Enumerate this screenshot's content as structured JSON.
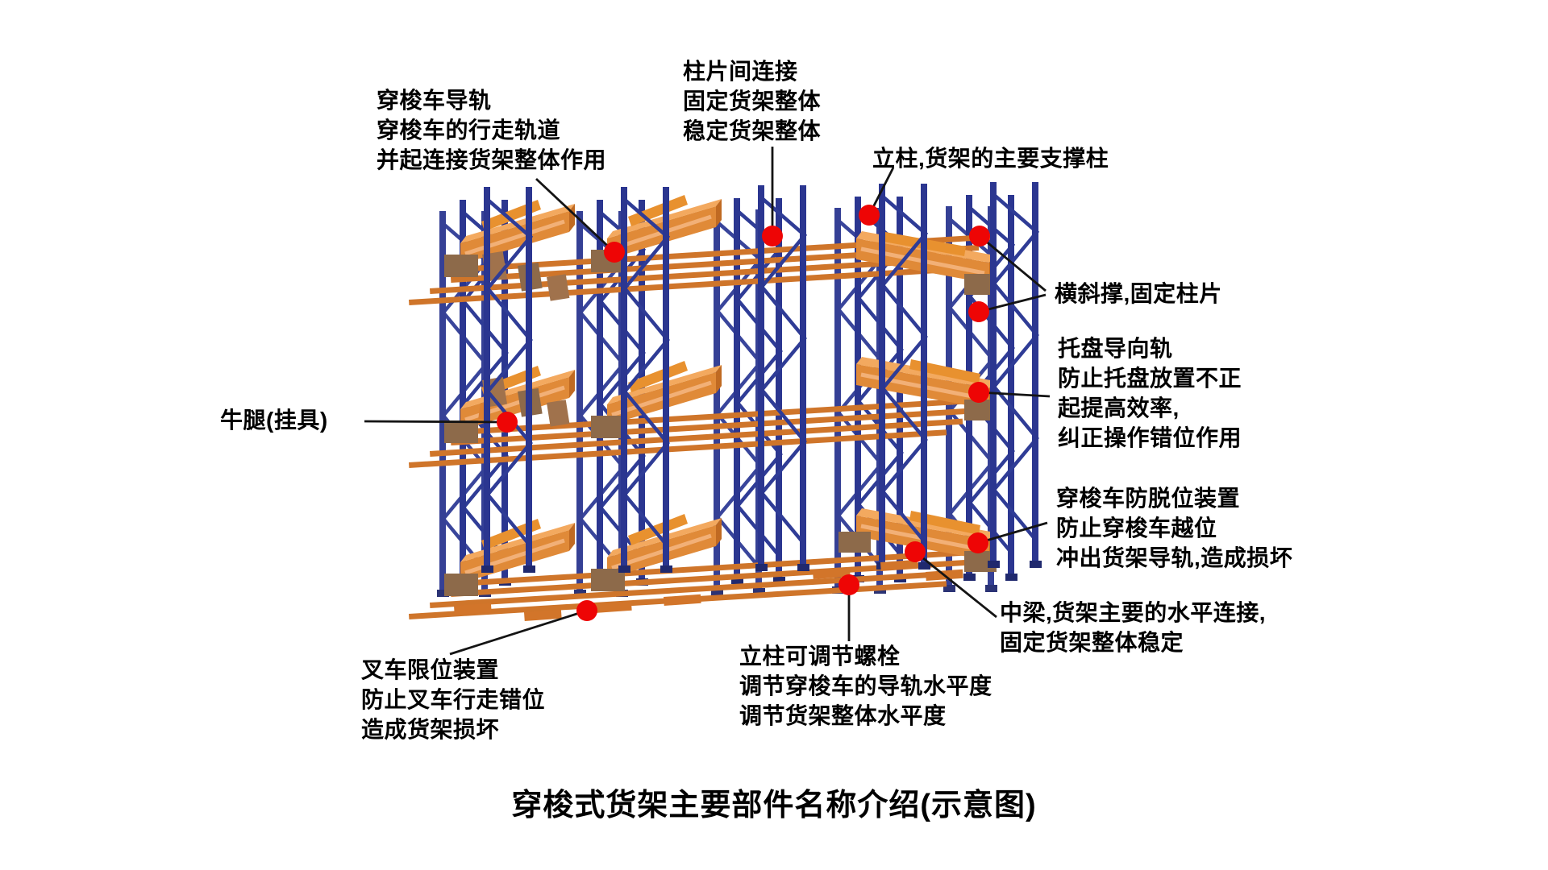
{
  "title": "穿梭式货架主要部件名称介绍(示意图)",
  "colors": {
    "upright_blue": "#2b3690",
    "brace_blue": "#2f3c96",
    "beam_orange": "#e08a38",
    "beam_orange_light": "#f3a95f",
    "beam_orange_dark": "#c06a22",
    "rail_orange": "#cf752a",
    "block_brown": "#8d6a4a",
    "marker_red": "#ee0505",
    "leader_black": "#141414"
  },
  "labels": {
    "shuttle_rail": {
      "lines": [
        "穿梭车导轨",
        "穿梭车的行走轨道",
        "并起连接货架整体作用"
      ]
    },
    "column_connection": {
      "lines": [
        "柱片间连接",
        "固定货架整体",
        "稳定货架整体"
      ]
    },
    "upright": {
      "lines": [
        "立柱,货架的主要支撑柱"
      ]
    },
    "cross_brace": {
      "lines": [
        "横斜撑,固定柱片"
      ]
    },
    "pallet_guide_rail": {
      "lines": [
        "托盘导向轨",
        "防止托盘放置不正",
        "起提高效率,",
        "纠正操作错位作用"
      ]
    },
    "anti_derail": {
      "lines": [
        "穿梭车防脱位装置",
        "防止穿梭车越位",
        "冲出货架导轨,造成损坏"
      ]
    },
    "middle_beam": {
      "lines": [
        "中梁,货架主要的水平连接,",
        "固定货架整体稳定"
      ]
    },
    "corbel": {
      "lines": [
        "牛腿(挂具)"
      ]
    },
    "forklift_limit": {
      "lines": [
        "叉车限位装置",
        "防止叉车行走错位",
        "造成货架损坏"
      ]
    },
    "adjust_bolt": {
      "lines": [
        "立柱可调节螺栓",
        "调节穿梭车的导轨水平度",
        "调节货架整体水平度"
      ]
    }
  }
}
